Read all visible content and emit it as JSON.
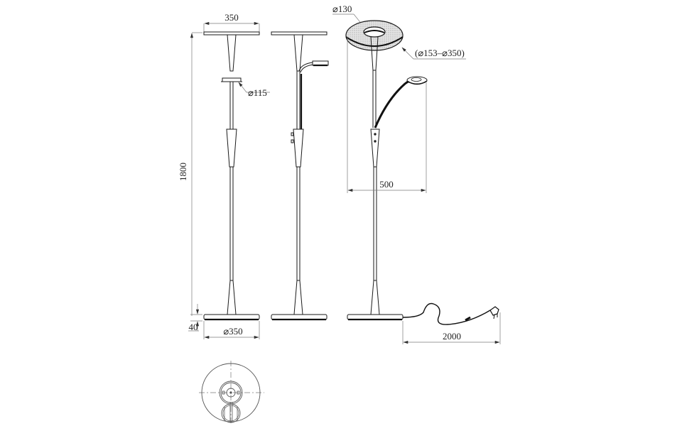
{
  "diagram": {
    "type": "technical-dimension-drawing",
    "subject": "floor lamp with reading arm",
    "views": [
      "front-view",
      "side-view",
      "perspective-view",
      "base-top-view"
    ],
    "colors": {
      "ink": "#1a1a1a",
      "dimension_line": "#7a7a7a",
      "background": "#ffffff",
      "shade_fill": "#d9d9d9"
    }
  },
  "dimensions": {
    "top_shade_width": "350",
    "reading_head_diameter": "⌀115",
    "total_height": "1800",
    "base_height": "40",
    "base_diameter": "⌀350",
    "inner_opening_diameter": "⌀130",
    "shade_diameter_range": "(⌀153–⌀350)",
    "arm_reach": "500",
    "cable_length": "2000"
  }
}
